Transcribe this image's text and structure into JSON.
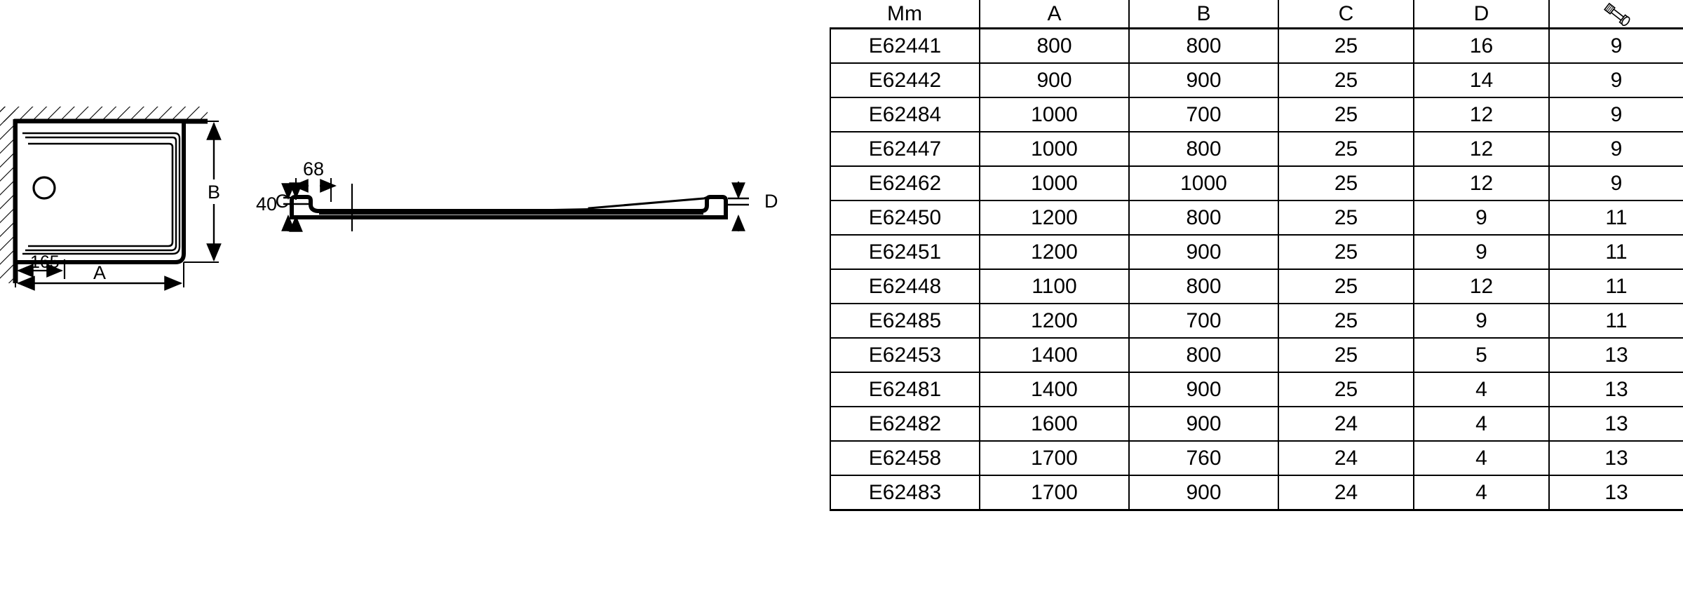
{
  "drawing": {
    "plan_view": {
      "label_width": "A",
      "label_depth": "B",
      "label_offset": "165",
      "drain_icon": "drain-hole-icon",
      "wall_icon": "wall-hatch-icon"
    },
    "section_view": {
      "label_total_height": "40",
      "label_foot_height": "C",
      "label_flange_width": "68",
      "label_rim_height": "D"
    }
  },
  "table": {
    "columns": [
      {
        "key": "code",
        "label": "Mm",
        "type": "text"
      },
      {
        "key": "a",
        "label": "A",
        "type": "text"
      },
      {
        "key": "b",
        "label": "B",
        "type": "text"
      },
      {
        "key": "c",
        "label": "C",
        "type": "text"
      },
      {
        "key": "d",
        "label": "D",
        "type": "text"
      },
      {
        "key": "screw",
        "label": "",
        "type": "icon",
        "icon": "screw-icon"
      }
    ],
    "rows": [
      {
        "code": "E62441",
        "a": "800",
        "b": "800",
        "c": "25",
        "d": "16",
        "screw": "9"
      },
      {
        "code": "E62442",
        "a": "900",
        "b": "900",
        "c": "25",
        "d": "14",
        "screw": "9"
      },
      {
        "code": "E62484",
        "a": "1000",
        "b": "700",
        "c": "25",
        "d": "12",
        "screw": "9"
      },
      {
        "code": "E62447",
        "a": "1000",
        "b": "800",
        "c": "25",
        "d": "12",
        "screw": "9"
      },
      {
        "code": "E62462",
        "a": "1000",
        "b": "1000",
        "c": "25",
        "d": "12",
        "screw": "9"
      },
      {
        "code": "E62450",
        "a": "1200",
        "b": "800",
        "c": "25",
        "d": "9",
        "screw": "11"
      },
      {
        "code": "E62451",
        "a": "1200",
        "b": "900",
        "c": "25",
        "d": "9",
        "screw": "11"
      },
      {
        "code": "E62448",
        "a": "1100",
        "b": "800",
        "c": "25",
        "d": "12",
        "screw": "11"
      },
      {
        "code": "E62485",
        "a": "1200",
        "b": "700",
        "c": "25",
        "d": "9",
        "screw": "11"
      },
      {
        "code": "E62453",
        "a": "1400",
        "b": "800",
        "c": "25",
        "d": "5",
        "screw": "13"
      },
      {
        "code": "E62481",
        "a": "1400",
        "b": "900",
        "c": "25",
        "d": "4",
        "screw": "13"
      },
      {
        "code": "E62482",
        "a": "1600",
        "b": "900",
        "c": "24",
        "d": "4",
        "screw": "13"
      },
      {
        "code": "E62458",
        "a": "1700",
        "b": "760",
        "c": "24",
        "d": "4",
        "screw": "13"
      },
      {
        "code": "E62483",
        "a": "1700",
        "b": "900",
        "c": "24",
        "d": "4",
        "screw": "13"
      }
    ]
  },
  "colors": {
    "line": "#000000",
    "background": "#ffffff"
  }
}
